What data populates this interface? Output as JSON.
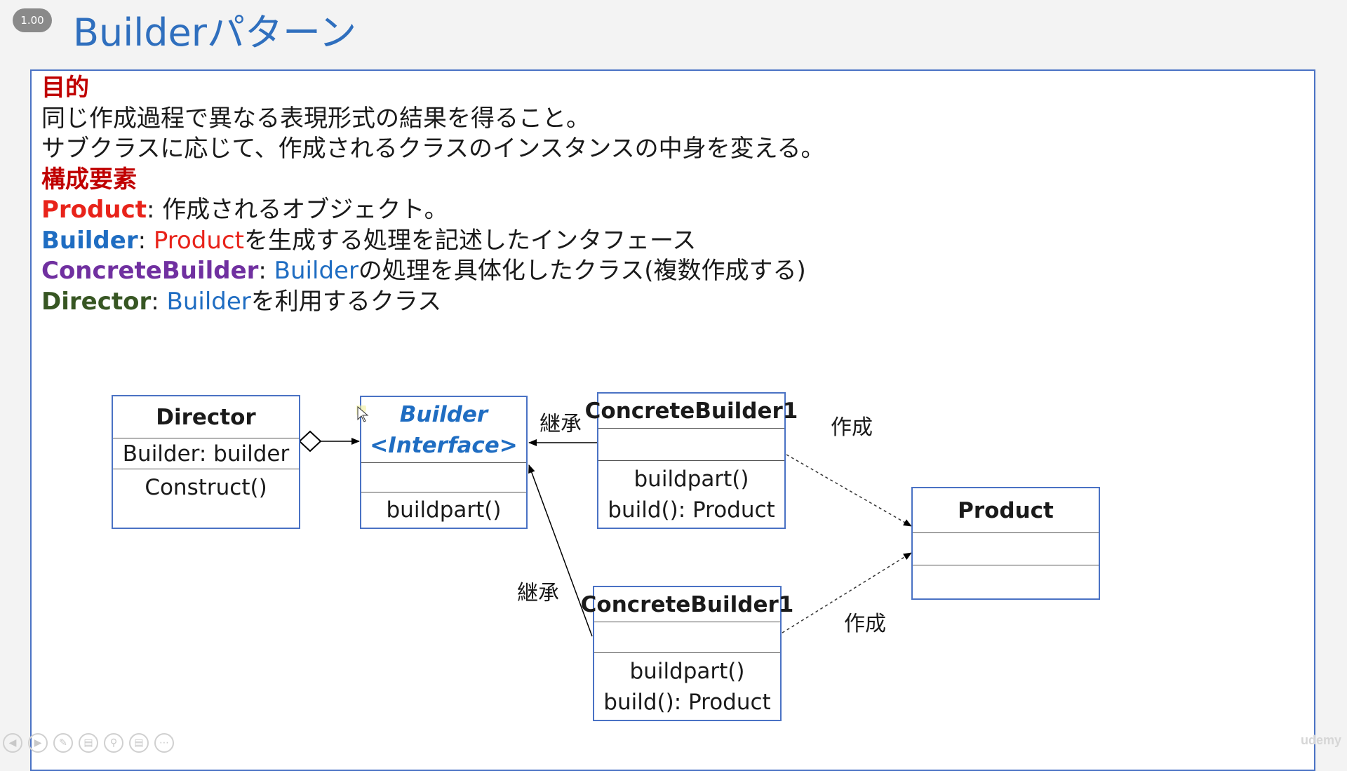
{
  "player": {
    "speed": "1.00",
    "watermark": "udemy"
  },
  "slide": {
    "title": "Builderパターン",
    "purpose_heading": "目的",
    "purpose_lines": [
      "同じ作成過程で異なる表現形式の結果を得ること。",
      "サブクラスに応じて、作成されるクラスのインスタンスの中身を変える。"
    ],
    "components_heading": "構成要素",
    "components": [
      {
        "name": "Product",
        "sep": ": ",
        "ref": "",
        "desc": "作成されるオブジェクト。"
      },
      {
        "name": "Builder",
        "sep": ": ",
        "ref": "Product",
        "desc": "を生成する処理を記述したインタフェース"
      },
      {
        "name": "ConcreteBuilder",
        "sep": ": ",
        "ref": "Builder",
        "desc": "の処理を具体化したクラス(複数作成する)"
      },
      {
        "name": "Director",
        "sep": ": ",
        "ref": "Builder",
        "desc": "を利用するクラス"
      }
    ]
  },
  "diagram": {
    "director": {
      "name": "Director",
      "attribute": "Builder: builder",
      "method": "Construct()"
    },
    "builder": {
      "name": "Builder",
      "stereotype": "<Interface>",
      "method": "buildpart()"
    },
    "concrete1": {
      "name": "ConcreteBuilder1",
      "methods": [
        "buildpart()",
        "build(): Product"
      ]
    },
    "concrete2": {
      "name": "ConcreteBuilder1",
      "methods": [
        "buildpart()",
        "build(): Product"
      ]
    },
    "product": {
      "name": "Product"
    },
    "labels": {
      "inherit_top": "継承",
      "inherit_bottom": "継承",
      "create_top": "作成",
      "create_bottom": "作成"
    }
  },
  "colors": {
    "title": "#2f6fbe",
    "heading": "#c00000",
    "product": "#e8231a",
    "builder": "#1f6dc2",
    "concrete": "#7030a0",
    "director": "#375623",
    "box_border": "#4a72c4"
  }
}
